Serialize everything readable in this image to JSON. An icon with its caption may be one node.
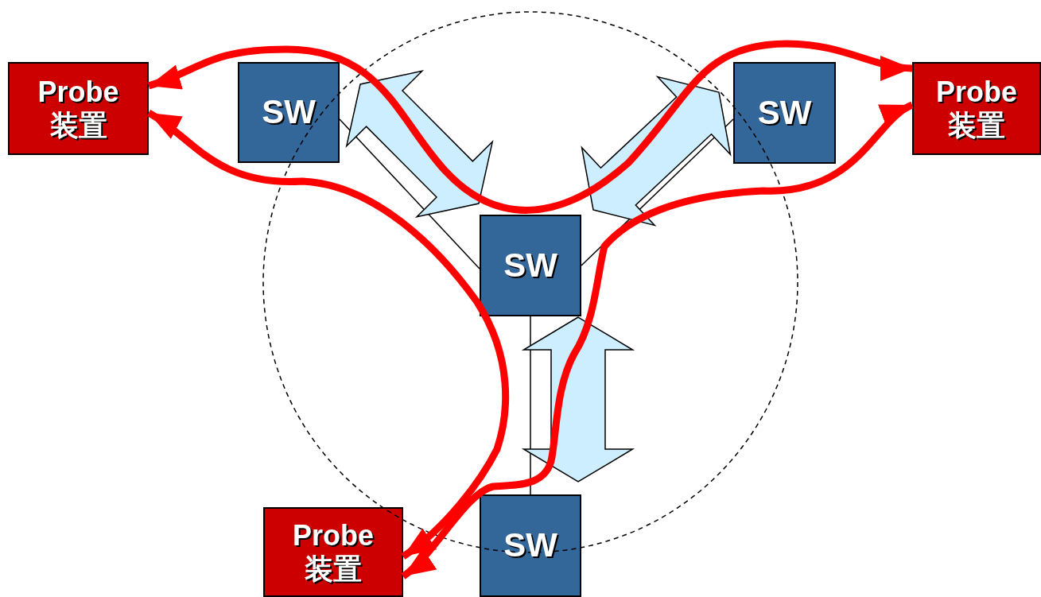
{
  "diagram": {
    "nodes": [
      {
        "text": [
          "Probe 装置"
        ]
      },
      {
        "text": [
          "SW"
        ]
      },
      {
        "text": [
          "SW"
        ]
      },
      {
        "text": [
          "Probe 装置"
        ]
      },
      {
        "text": [
          "SW"
        ]
      },
      {
        "text": [
          "Probe 装置"
        ]
      },
      {
        "text": [
          "SW"
        ]
      }
    ],
    "edges": [
      {
        "from": 1,
        "to": 4,
        "arrow": "none"
      },
      {
        "from": 4,
        "to": 2,
        "arrow": "none"
      },
      {
        "from": 4,
        "to": 6,
        "arrow": "none"
      },
      {
        "from": 1,
        "to": 4,
        "arrow": "both",
        "style": "thick",
        "color": "#cceeff"
      },
      {
        "from": 4,
        "to": 2,
        "arrow": "both",
        "style": "thick",
        "color": "#cceeff"
      },
      {
        "from": 4,
        "to": 6,
        "arrow": "both",
        "style": "thick",
        "color": "#cceeff"
      },
      {
        "from": 0,
        "to": 3,
        "arrow": "both",
        "style": "thick",
        "color": "#ff0000"
      },
      {
        "from": 0,
        "to": 5,
        "arrow": "both",
        "style": "thick",
        "color": "#ff0000"
      },
      {
        "from": 3,
        "to": 5,
        "arrow": "both",
        "style": "thick",
        "color": "#ff0000"
      }
    ]
  }
}
